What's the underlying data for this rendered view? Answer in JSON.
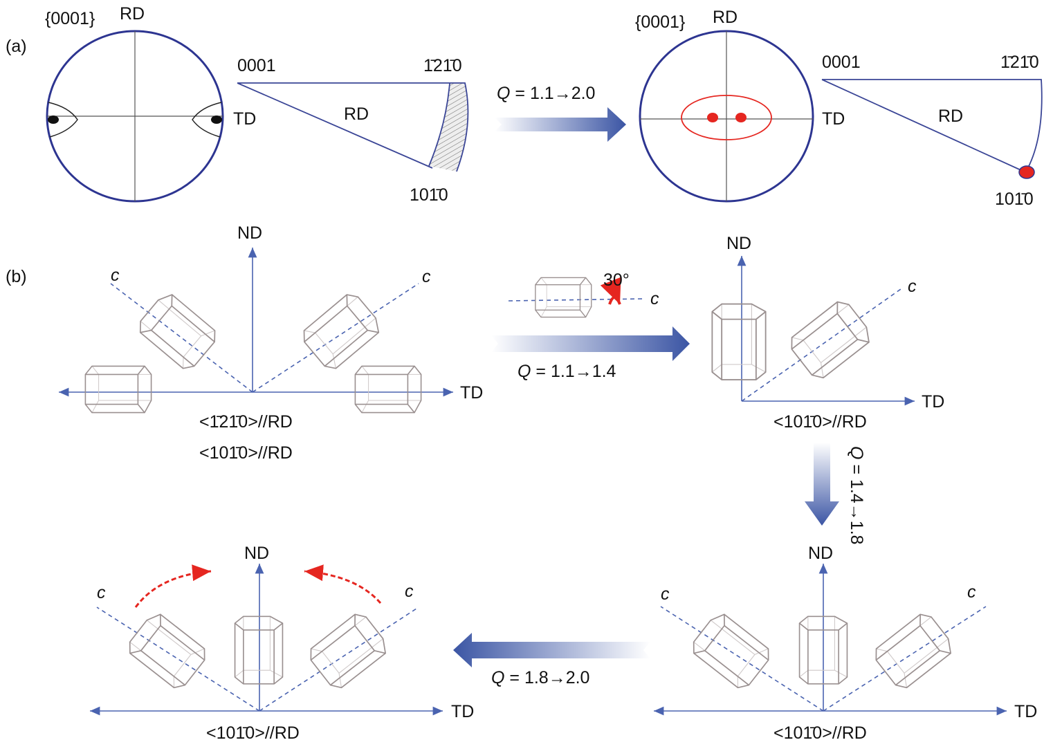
{
  "panel_a": {
    "label": "(a)",
    "pole_figure_left": {
      "title": "{0001}",
      "top": "RD",
      "right": "TD"
    },
    "ipf_left": {
      "apex": "0001",
      "top_right": "1̄21̄0",
      "bottom": "101̄0",
      "center": "RD"
    },
    "arrow": {
      "q_symbol": "Q",
      "range": " = 1.1→2.0"
    },
    "pole_figure_right": {
      "title": "{0001}",
      "top": "RD",
      "right": "TD"
    },
    "ipf_right": {
      "apex": "0001",
      "top_right": "1̄21̄0",
      "bottom": "101̄0",
      "center": "RD"
    }
  },
  "panel_b": {
    "label": "(b)",
    "stage1": {
      "nd": "ND",
      "td": "TD",
      "c_left": "c",
      "c_right": "c",
      "rd1": "<1̄21̄0>//RD",
      "rd2": "<101̄0>//RD"
    },
    "rotation": {
      "angle": "30°",
      "c": "c"
    },
    "arrow1": {
      "q_symbol": "Q",
      "range": " = 1.1→1.4"
    },
    "stage2": {
      "nd": "ND",
      "td": "TD",
      "c": "c",
      "rd": "<101̄0>//RD"
    },
    "arrow2": {
      "q_symbol": "Q",
      "range": " = 1.4→1.8"
    },
    "stage3": {
      "nd": "ND",
      "td": "TD",
      "c_left": "c",
      "c_right": "c",
      "rd": "<101̄0>//RD"
    },
    "arrow3": {
      "q_symbol": "Q",
      "range": " = 1.8→2.0"
    },
    "stage4": {
      "nd": "ND",
      "td": "TD",
      "c_left": "c",
      "c_right": "c",
      "rd": "<101̄0>//RD"
    }
  },
  "colors": {
    "axis": "#4a63b0",
    "arrow": "#3b55a4",
    "red": "#e52620",
    "circle": "#2d3591"
  }
}
